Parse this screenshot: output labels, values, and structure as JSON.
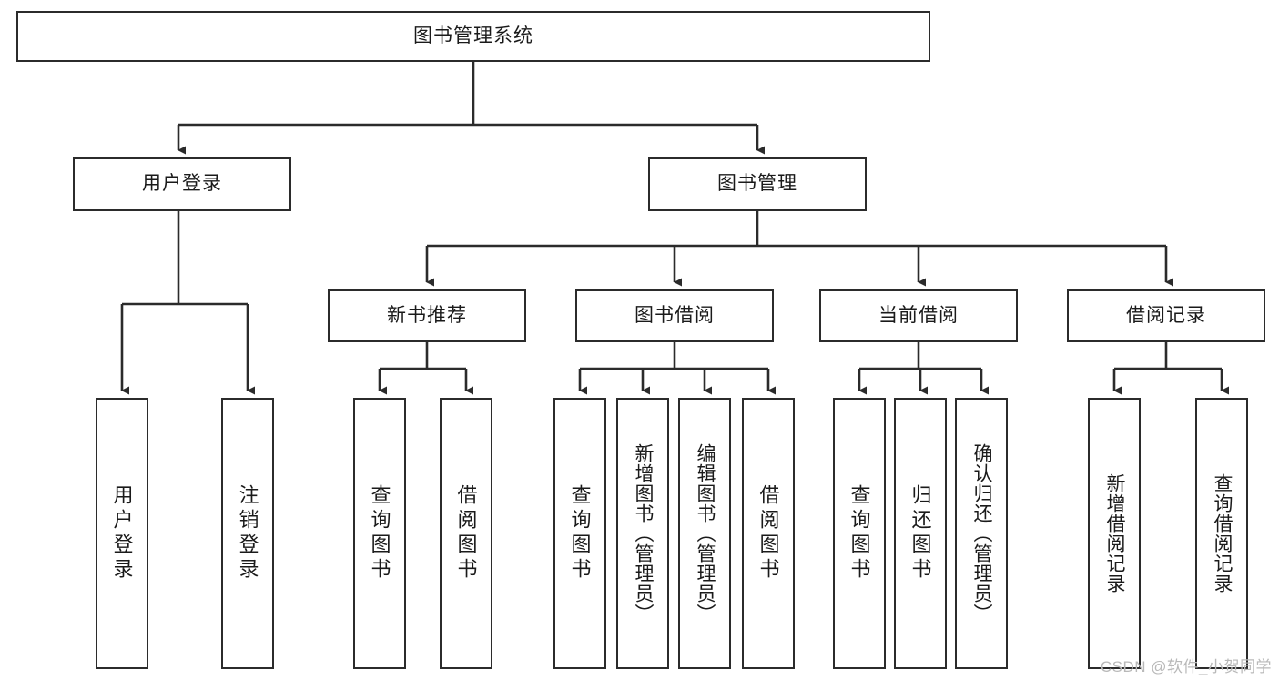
{
  "diagram": {
    "type": "tree",
    "title": "图书管理系统",
    "root": {
      "label": "图书管理系统"
    },
    "level1": [
      {
        "label": "用户登录"
      },
      {
        "label": "图书管理"
      }
    ],
    "level2": [
      {
        "label": "新书推荐"
      },
      {
        "label": "图书借阅"
      },
      {
        "label": "当前借阅"
      },
      {
        "label": "借阅记录"
      }
    ],
    "leaves": {
      "user_login": [
        {
          "label": "用户登录"
        },
        {
          "label": "注销登录"
        }
      ],
      "new_book_recommend": [
        {
          "label": "查询图书"
        },
        {
          "label": "借阅图书"
        }
      ],
      "book_borrow": [
        {
          "label": "查询图书"
        },
        {
          "label": "新增图书（管理员）"
        },
        {
          "label": "编辑图书（管理员）"
        },
        {
          "label": "借阅图书"
        }
      ],
      "current_borrow": [
        {
          "label": "查询图书"
        },
        {
          "label": "归还图书"
        },
        {
          "label": "确认归还（管理员）"
        }
      ],
      "borrow_record": [
        {
          "label": "新增借阅记录"
        },
        {
          "label": "查询借阅记录"
        }
      ]
    }
  },
  "watermark": {
    "text": "CSDN @软件_小贺同学"
  },
  "colors": {
    "stroke": "#2b2b2b",
    "fill": "#ffffff",
    "text": "#1a1a1a",
    "watermark": "#b9b9b9"
  }
}
